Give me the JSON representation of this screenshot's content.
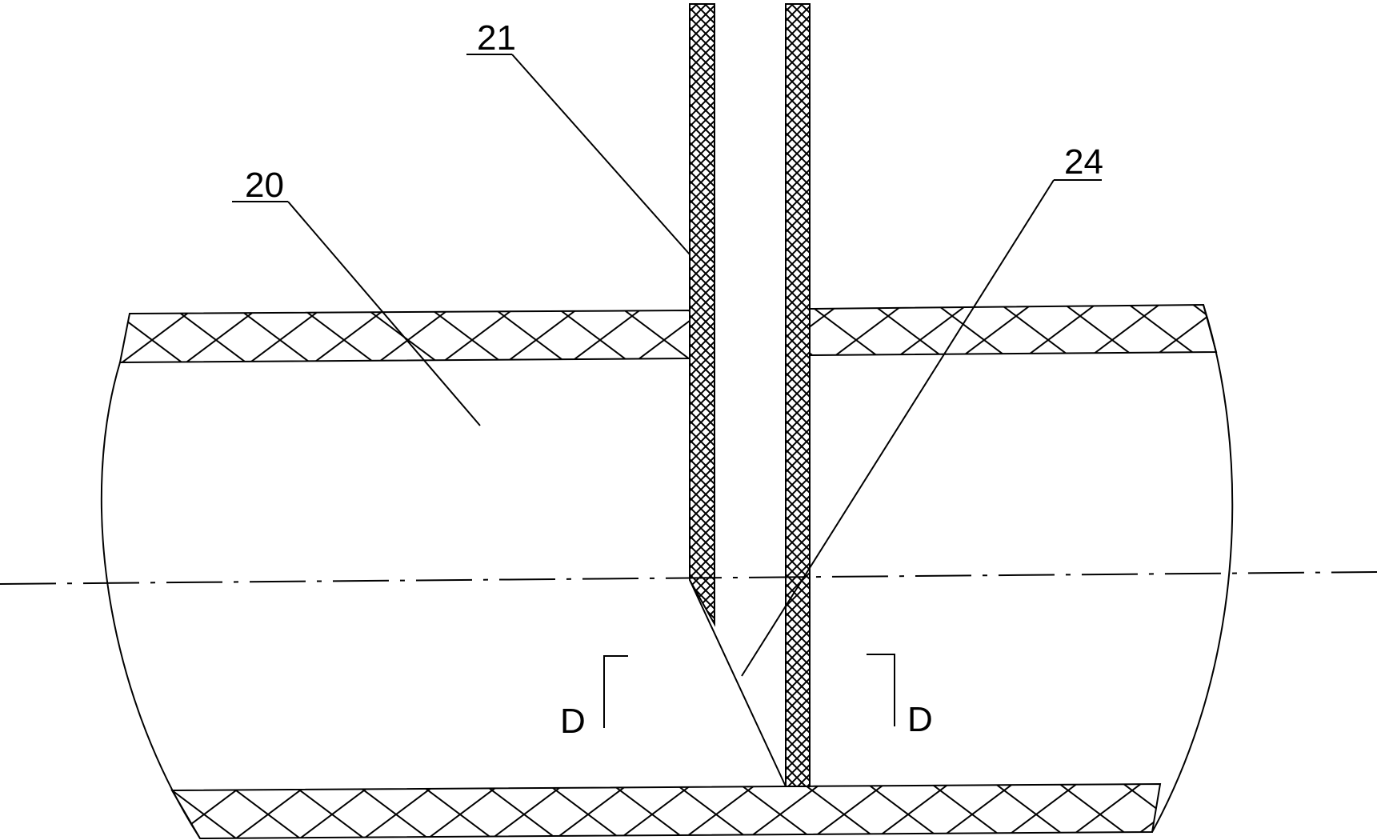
{
  "labels": {
    "pipe": "20",
    "tube_wall": "21",
    "bevel": "24",
    "section_left": "D",
    "section_right": "D"
  }
}
